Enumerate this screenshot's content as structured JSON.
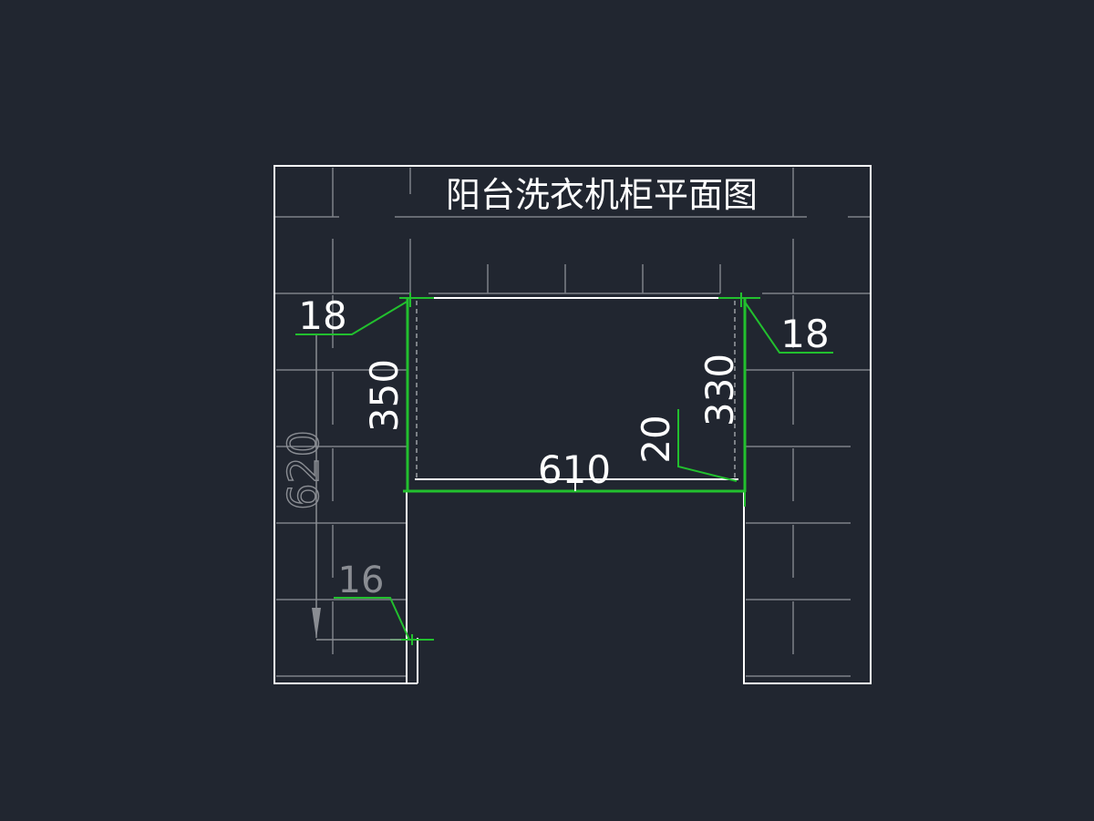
{
  "title": "阳台洗衣机柜平面图",
  "dimensions": {
    "thick_top_left": "18",
    "thick_top_right": "18",
    "depth_left": "350",
    "depth_right": "330",
    "width": "610",
    "gap": "20",
    "wall_depth": "620",
    "board_bottom": "16"
  },
  "colors": {
    "background": "#212630",
    "line": "#ffffff",
    "grid": "#7d8188",
    "dimension": "#22c02e",
    "dim_text": "#ffffff",
    "faded_text": "#8a8d93"
  }
}
